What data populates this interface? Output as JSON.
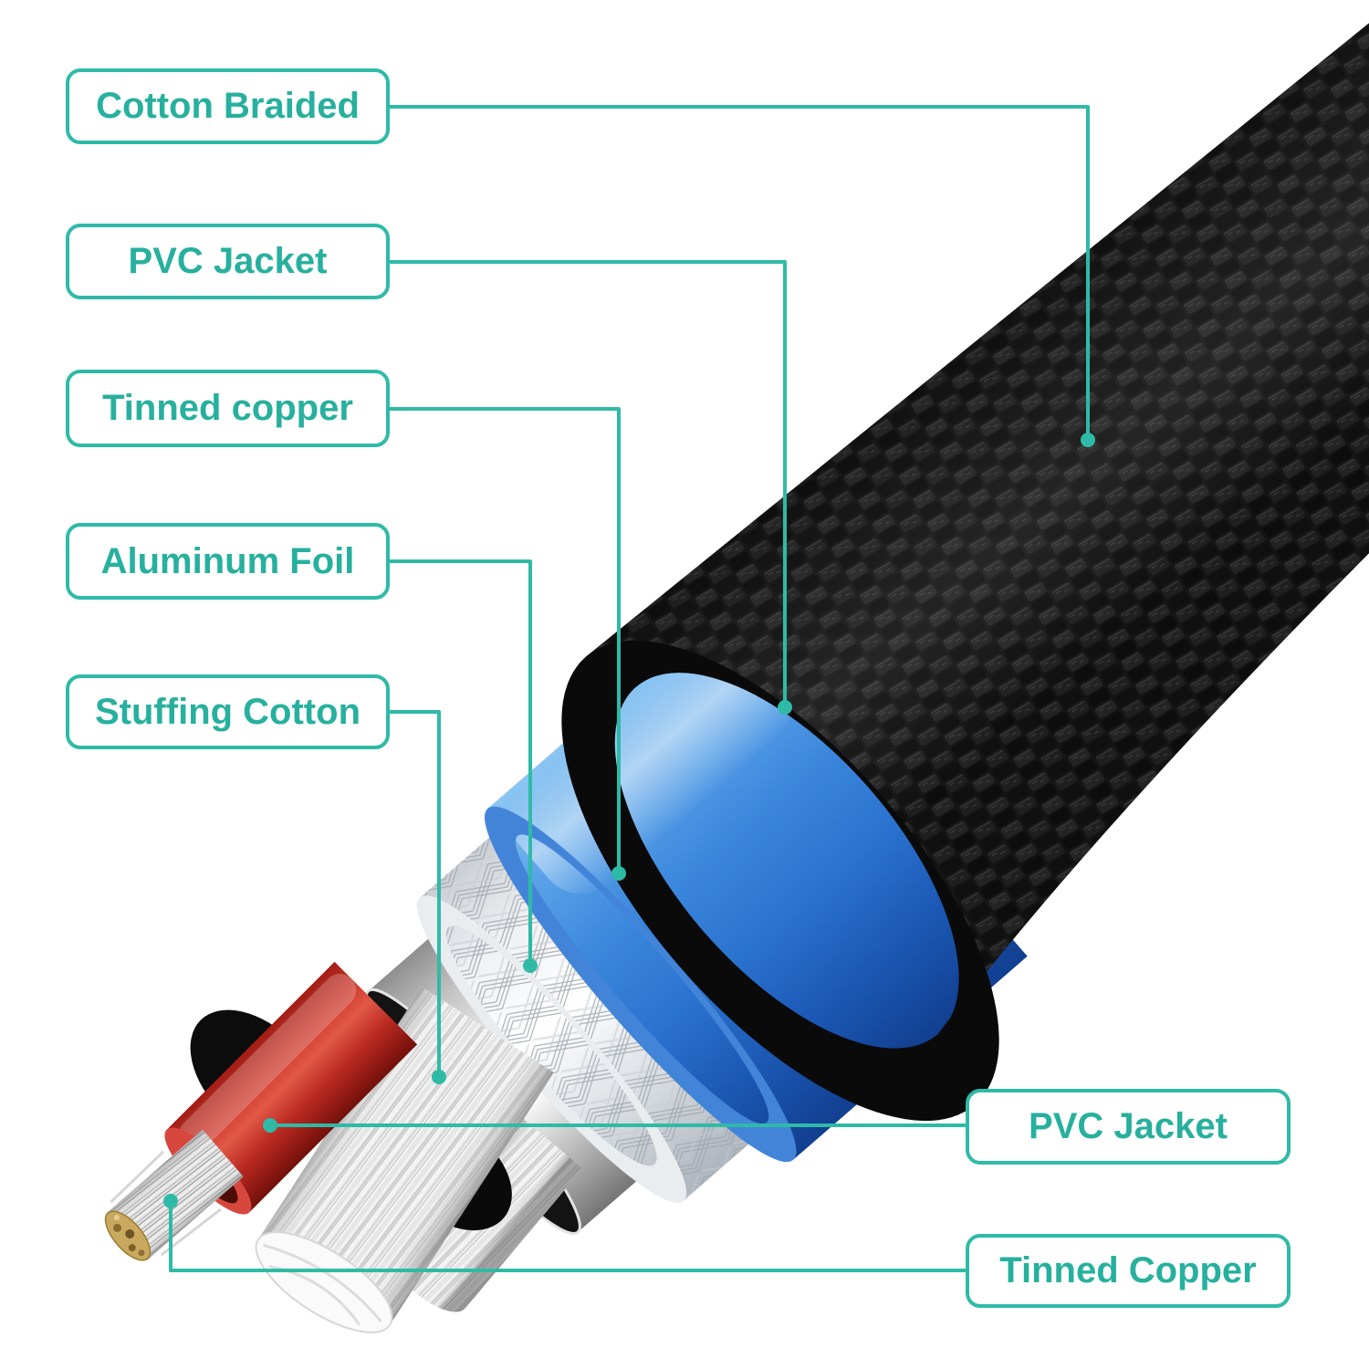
{
  "page": {
    "background": "#ffffff"
  },
  "accent": {
    "line_color": "#2fbaa7",
    "text_color": "#27b09e",
    "dot_color": "#2fbaa7"
  },
  "labels": [
    {
      "id": "cotton-braided",
      "text": "Cotton Braided"
    },
    {
      "id": "pvc-jacket-left",
      "text": "PVC Jacket"
    },
    {
      "id": "tinned-copper-left",
      "text": "Tinned copper"
    },
    {
      "id": "aluminum-foil",
      "text": "Aluminum Foil"
    },
    {
      "id": "stuffing-cotton",
      "text": "Stuffing Cotton"
    },
    {
      "id": "pvc-jacket-right",
      "text": "PVC Jacket"
    },
    {
      "id": "tinned-copper-right",
      "text": "Tinned Copper"
    }
  ],
  "materials": {
    "braid_black": "#141414",
    "jacket_blue": "#3c88dd",
    "shield_white": "#eef0f2",
    "foil_silver": "#d9d9d9",
    "wire_red": "#c83529",
    "stuffing_white": "#f3f3f3",
    "copper_tip_gold": "#c9a95e",
    "conductor_silver": "#ededed"
  }
}
